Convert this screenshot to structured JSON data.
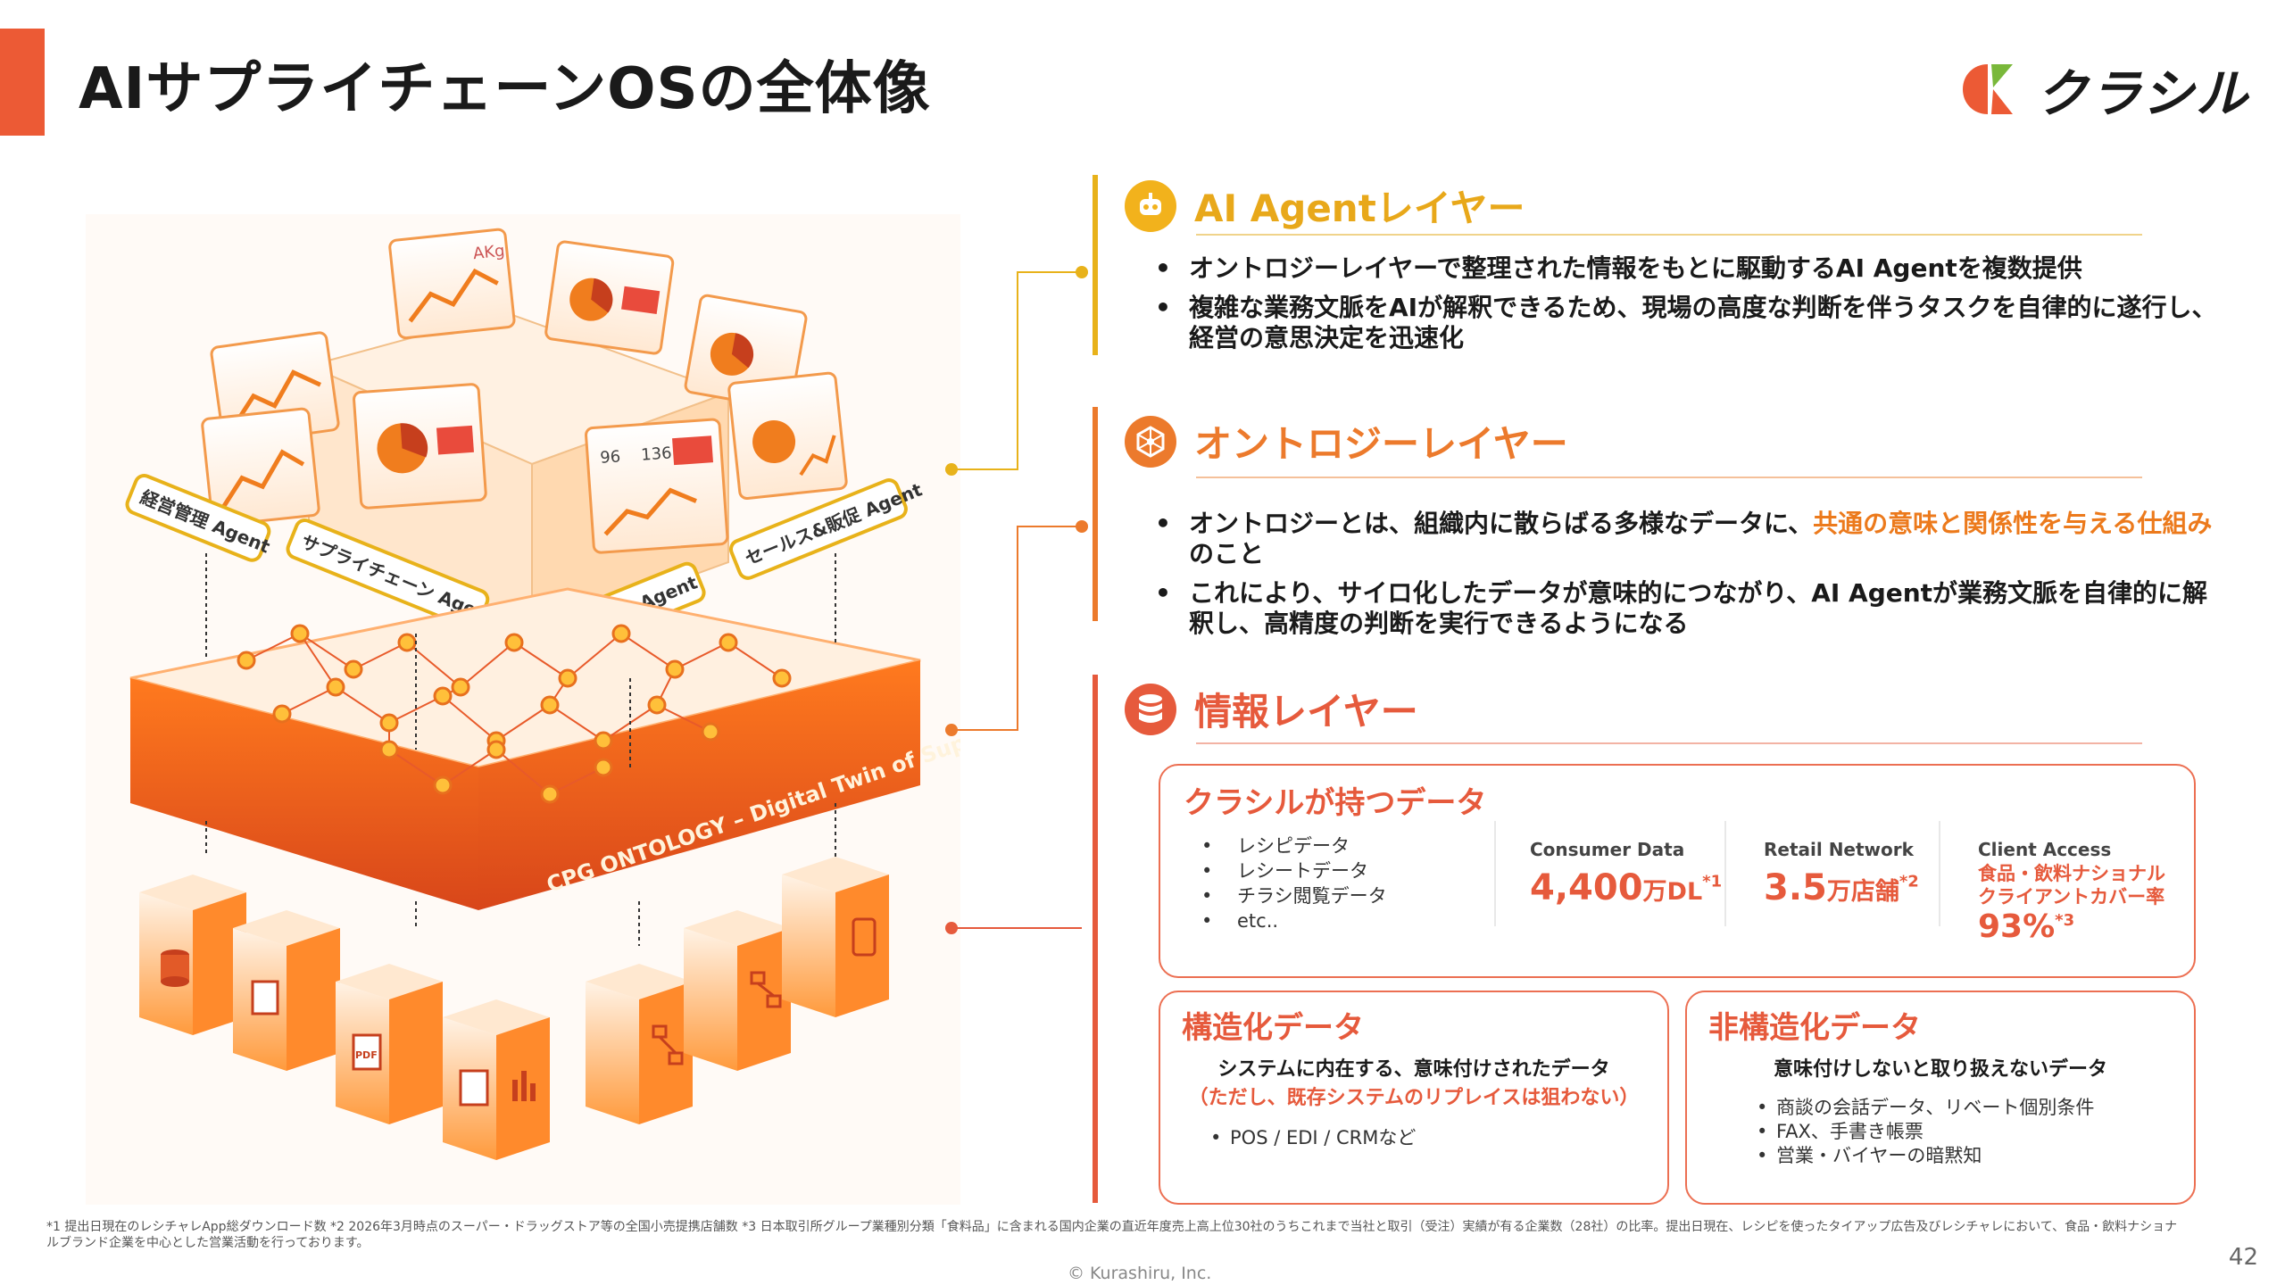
{
  "header": {
    "title": "AIサプライチェーンOSの全体像",
    "logo_text": "クラシル"
  },
  "illustration": {
    "ontology_label": "CPG ONTOLOGY – Digital Twin of Supply Chain",
    "agents": [
      "経営管理 Agent",
      "サプライチェーン Agent",
      "受発注 Agent",
      "セールス&販促 Agent"
    ],
    "panel_tag": "AKg",
    "panel_numbers": [
      "96",
      "136"
    ]
  },
  "ai_agent_layer": {
    "title": "AI Agentレイヤー",
    "bullets": [
      "オントロジーレイヤーで整理された情報をもとに駆動するAI Agentを複数提供",
      "複雑な業務文脈をAIが解釈できるため、現場の高度な判断を伴うタスクを自律的に遂行し、経営の意思決定を迅速化"
    ]
  },
  "ontology_layer": {
    "title": "オントロジーレイヤー",
    "bullet1_pre": "オントロジーとは、組織内に散らばる多様なデータに、",
    "bullet1_hl": "共通の意味と関係性を与える仕組み",
    "bullet1_post": "のこと",
    "bullet2": "これにより、サイロ化したデータが意味的につながり、AI Agentが業務文脈を自律的に解釈し、高精度の判断を実行できるようになる"
  },
  "info_layer": {
    "title": "情報レイヤー",
    "kurashiru_box": {
      "title": "クラシルが持つデータ",
      "items": [
        "レシピデータ",
        "レシートデータ",
        "チラシ閲覧データ",
        "etc.."
      ],
      "consumer": {
        "label": "Consumer Data",
        "value": "4,400",
        "unit": "万DL",
        "note": "*1"
      },
      "retail": {
        "label": "Retail Network",
        "value": "3.5",
        "unit": "万店舗",
        "note": "*2"
      },
      "client": {
        "label": "Client Access",
        "sub1": "食品・飲料ナショナル",
        "sub2": "クライアントカバー率",
        "value": "93%",
        "note": "*3"
      }
    },
    "structured": {
      "title": "構造化データ",
      "desc": "システムに内在する、意味付けされたデータ",
      "note": "（ただし、既存システムのリプレイスは狙わない）",
      "items": [
        "POS / EDI / CRMなど"
      ]
    },
    "unstructured": {
      "title": "非構造化データ",
      "desc": "意味付けしないと取り扱えないデータ",
      "items": [
        "商談の会話データ、リベート個別条件",
        "FAX、手書き帳票",
        "営業・バイヤーの暗黙知"
      ]
    }
  },
  "footer": {
    "footnote": "*1 提出日現在のレシチャレApp総ダウンロード数 *2 2026年3月時点のスーパー・ドラッグストア等の全国小売提携店舗数 *3 日本取引所グループ業種別分類「食料品」に含まれる国内企業の直近年度売上高上位30社のうちこれまで当社と取引（受注）実績が有る企業数（28社）の比率。提出日現在、レシピを使ったタイアップ広告及びレシチャレにおいて、食品・飲料ナショナルブランド企業を中心とした営業活動を行っております。",
    "copyright": "© Kurashiru, Inc.",
    "page_number": "42"
  },
  "colors": {
    "accent": "#ec5a35",
    "agent_yellow": "#e8b21a",
    "ontology_orange": "#ec7a2c",
    "info_red": "#e65a3c"
  }
}
